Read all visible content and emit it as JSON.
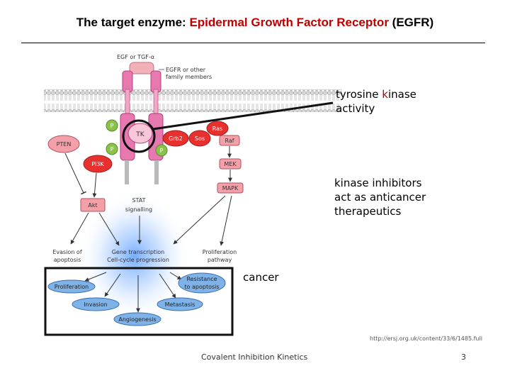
{
  "slide": {
    "title_prefix": "The target enzyme: ",
    "title_highlight": "Epidermal Growth Factor Receptor",
    "title_suffix": " (EGFR)",
    "annotation_tk_part1": "tyrosine ",
    "annotation_tk_k": "k",
    "annotation_tk_part2": "inase",
    "annotation_tk_line2": "activity",
    "annotation_inhib_line1": "kinase inhibitors",
    "annotation_inhib_line2": "act as anticancer",
    "annotation_inhib_line3": "therapeutics",
    "annotation_cancer": "cancer",
    "source_url": "http://ersj.org.uk/content/33/6/1485.full",
    "footer_title": "Covalent Inhibition Kinetics",
    "page_number": "3"
  },
  "pathway": {
    "ligand_label": "EGF or TGF-α",
    "receptor_label_line1": "EGFR or other",
    "receptor_label_line2": "family members",
    "tk": "TK",
    "p": "P",
    "pten": "PTEN",
    "pi3k": "PI3K",
    "akt": "Akt",
    "grb2": "Grb2",
    "sos": "Sos",
    "ras": "Ras",
    "raf": "Raf",
    "mek": "MEK",
    "mapk": "MAPK",
    "stat_line1": "STAT",
    "stat_line2": "signalling",
    "evasion_line1": "Evasion of",
    "evasion_line2": "apoptosis",
    "gene_line1": "Gene transcription",
    "gene_line2": "Cell-cycle progression",
    "prolif_path_line1": "Proliferation",
    "prolif_path_line2": "pathway",
    "proliferation": "Proliferation",
    "resistance_line1": "Resistance",
    "resistance_line2": "to apoptosis",
    "invasion": "Invasion",
    "metastasis": "Metastasis",
    "angiogenesis": "Angiogenesis"
  },
  "colors": {
    "title_highlight": "#c00000",
    "receptor_pink": "#e879b0",
    "node_red": "#e8302e",
    "node_pink": "#f4a0a8",
    "ligand_pink": "#f2b0b8",
    "green_p": "#8bc34a",
    "blue_outcome": "#7fb3e8",
    "cancer_box": "#111111"
  }
}
